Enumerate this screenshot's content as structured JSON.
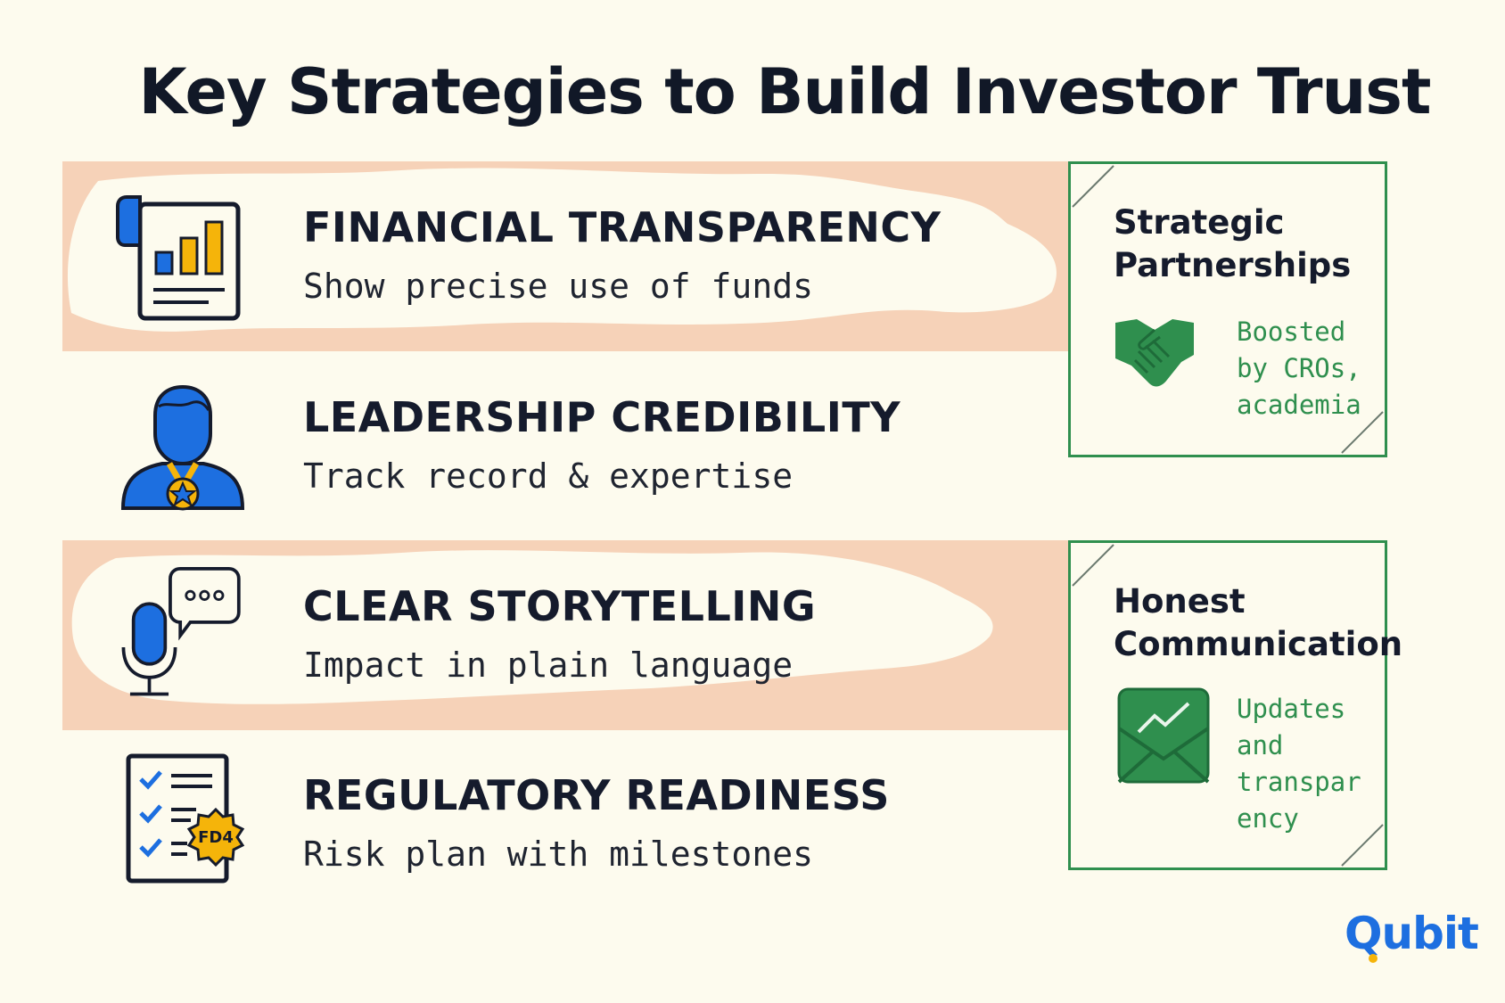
{
  "title": "Key Strategies to Build Investor Trust",
  "colors": {
    "background": "#fdfbee",
    "band": "#f6d2b8",
    "icon_blue": "#1d6fe0",
    "icon_yellow": "#f5b40a",
    "green": "#2f8f4e"
  },
  "strategies": [
    {
      "heading": "FINANCIAL TRANSPARENCY",
      "description": "Show precise use of funds",
      "icon": "bar-chart-document-icon"
    },
    {
      "heading": "LEADERSHIP CREDIBILITY",
      "description": "Track record & expertise",
      "icon": "leader-medal-icon"
    },
    {
      "heading": "CLEAR STORYTELLING",
      "description": "Impact in plain language",
      "icon": "microphone-speech-icon"
    },
    {
      "heading": "REGULATORY READINESS",
      "description": "Risk plan with milestones",
      "icon": "checklist-badge-icon"
    }
  ],
  "badge_text": "FD4",
  "cards": [
    {
      "title_lines": [
        "Strategic",
        "Partnerships"
      ],
      "text_lines": [
        "Boosted",
        "by CROs,",
        "academia"
      ],
      "icon": "handshake-icon"
    },
    {
      "title_lines": [
        "Honest",
        "Communication"
      ],
      "text_lines": [
        "Updates",
        "and",
        "transpar",
        "ency"
      ],
      "icon": "envelope-chart-icon"
    }
  ],
  "logo": {
    "text": "Qubit"
  }
}
